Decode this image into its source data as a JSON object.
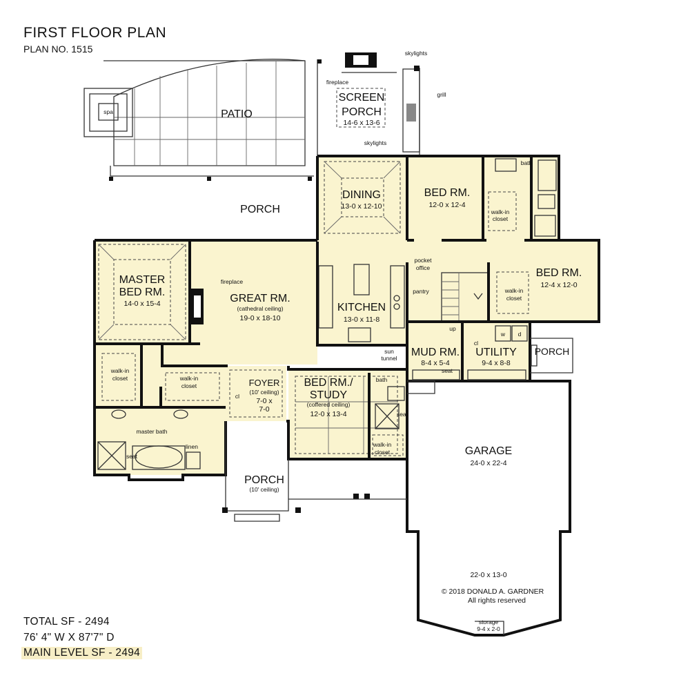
{
  "header": {
    "title": "FIRST FLOOR PLAN",
    "plan_no": "PLAN NO. 1515"
  },
  "stats": {
    "total_sf": "TOTAL SF - 2494",
    "dimensions": "76' 4\" W X 87'7\" D",
    "main_level": "MAIN LEVEL SF - 2494"
  },
  "rooms": {
    "patio": "PATIO",
    "spa": "spa",
    "screen_porch": "SCREEN",
    "screen_porch2": "PORCH",
    "screen_porch_dim": "14-6  x  13-6",
    "fireplace_top": "fireplace",
    "skylights_top": "skylights",
    "skylights_bottom": "skylights",
    "grill": "grill",
    "rear_porch": "PORCH",
    "dining": "DINING",
    "dining_dim": "13-0  x  12-10",
    "bed2": "BED  RM.",
    "bed2_dim": "12-0  x  12-4",
    "bath_top": "bath",
    "walkin_top": "walk-in",
    "closet_top": "closet",
    "pocket": "pocket",
    "office": "office",
    "bed3": "BED  RM.",
    "bed3_dim": "12-4  x  12-0",
    "walkin_bed3": "walk-in",
    "closet_bed3": "closet",
    "master1": "MASTER",
    "master2": "BED  RM.",
    "master_dim": "14-0  x  15-4",
    "fireplace_great": "fireplace",
    "great": "GREAT  RM.",
    "great_note": "(cathedral ceiling)",
    "great_dim": "19-0  x  18-10",
    "kitchen": "KITCHEN",
    "kitchen_dim": "13-0  x  11-8",
    "pantry": "pantry",
    "up": "up",
    "sun": "sun",
    "tunnel": "tunnel",
    "mud": "MUD  RM.",
    "mud_dim": "8-4  x  5-4",
    "utility": "UTILITY",
    "utility_dim": "9-4  x  8-8",
    "cl_mud": "cl",
    "w": "w",
    "d": "d",
    "seat_mud": "seat",
    "porch_side": "PORCH",
    "walkin_m1": "walk-in",
    "closet_m1": "closet",
    "walkin_m2": "walk-in",
    "closet_m2": "closet",
    "master_bath": "master bath",
    "linen": "linen",
    "seat_master": "seat",
    "foyer": "FOYER",
    "foyer_note": "(10' ceiling)",
    "foyer_dim1": "7-0  x",
    "foyer_dim2": "7-0",
    "cl_foyer": "cl",
    "study1": "BED  RM./",
    "study2": "STUDY",
    "study_note": "(coffered ceiling)",
    "study_dim": "12-0  x  13-4",
    "bath_study": "bath",
    "seat_study": "seat",
    "walkin_study": "walk-in",
    "closet_study": "closet",
    "front_porch": "PORCH",
    "front_porch_note": "(10' ceiling)",
    "garage": "GARAGE",
    "garage_dim": "24-0  x  22-4",
    "garage_dim2": "22-0  x  13-0",
    "copyright": "©  2018  DONALD  A.  GARDNER",
    "rights": "All  rights  reserved",
    "storage": "storage",
    "storage_dim": "9-4  x  2-0"
  }
}
